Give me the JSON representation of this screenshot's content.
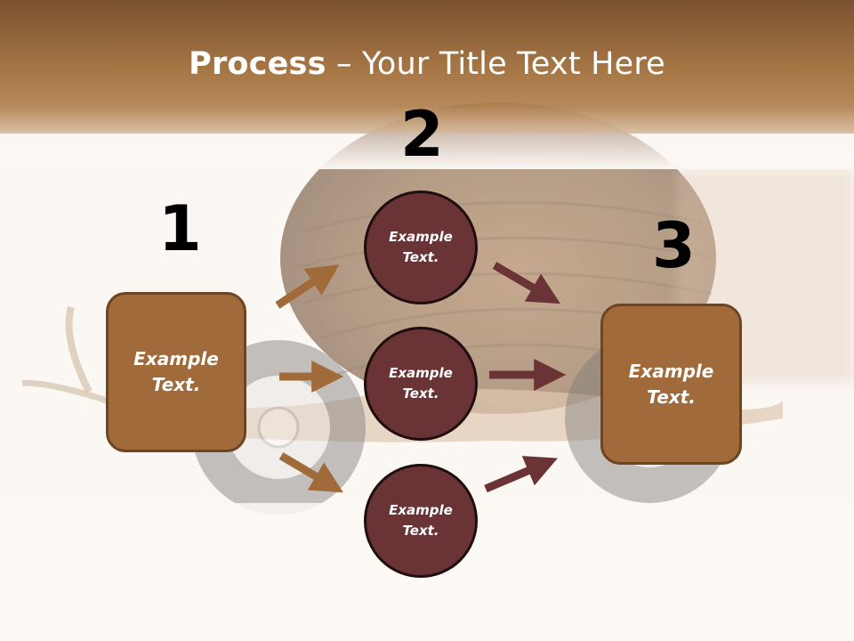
{
  "title": {
    "bold": "Process",
    "rest": " – Your Title Text Here"
  },
  "steps": {
    "n1": "1",
    "n2": "2",
    "n3": "3"
  },
  "nodes": {
    "left_box": "Example Text.",
    "top_circle": "Example Text.",
    "middle_circle": "Example Text.",
    "bottom_circle": "Example Text.",
    "right_box": "Example Text."
  },
  "colors": {
    "header_band": "#a87846",
    "box_fill": "#a06a3a",
    "circle_fill": "#6a3335",
    "arrow_tan": "#a06a3a",
    "arrow_maroon": "#6a3335"
  }
}
